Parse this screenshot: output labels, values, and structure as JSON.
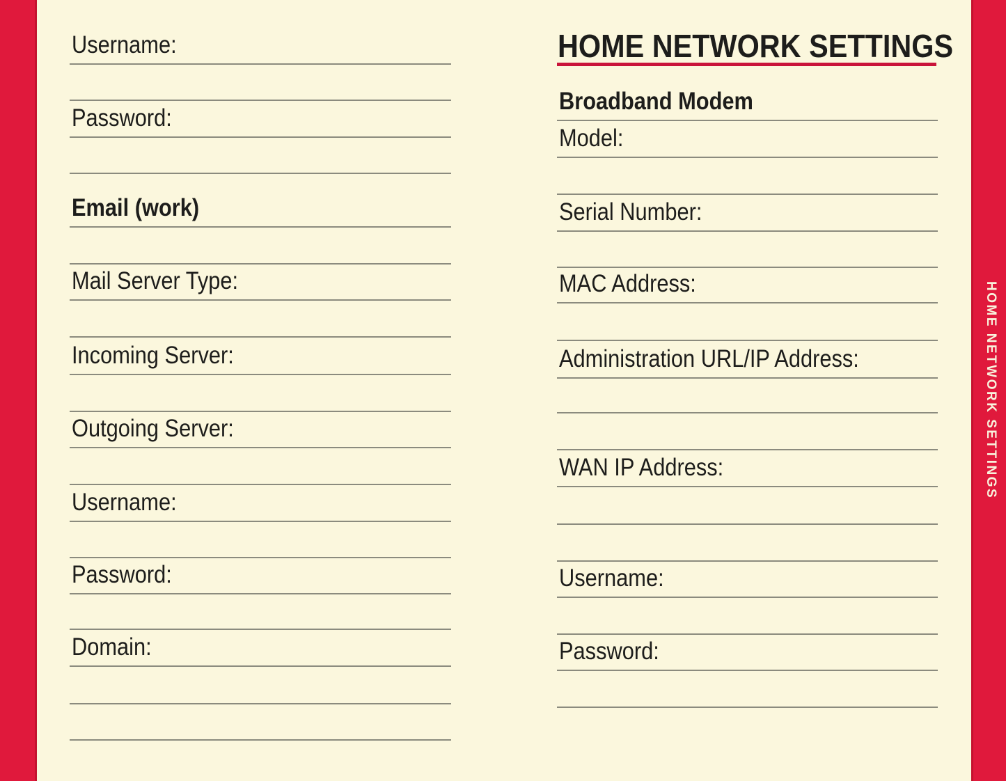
{
  "left_column": {
    "fields": {
      "username": "Username:",
      "password": "Password:",
      "email_work_heading": "Email (work)",
      "mail_server_type": "Mail Server Type:",
      "incoming_server": "Incoming Server:",
      "outgoing_server": "Outgoing Server:",
      "username_2": "Username:",
      "password_2": "Password:",
      "domain": "Domain:"
    }
  },
  "right_column": {
    "heading": "HOME NETWORK SETTINGS",
    "section_heading": "Broadband Modem",
    "fields": {
      "model": "Model:",
      "serial_number": "Serial Number:",
      "mac_address": "MAC Address:",
      "admin_url_ip": "Administration URL/IP Address:",
      "wan_ip": "WAN IP Address:",
      "username": "Username:",
      "password": "Password:"
    }
  },
  "side_tab": {
    "label": "HOME NETWORK SETTINGS"
  },
  "colors": {
    "accent_red": "#E0193C",
    "accent_red_edge": "#C4122F",
    "heading_rule_red": "#C9143A",
    "paper_cream": "#FBF7DD",
    "rule_gray": "#8B8B7E",
    "ink": "#1D1D1B",
    "tab_text": "#F8F2DC"
  }
}
